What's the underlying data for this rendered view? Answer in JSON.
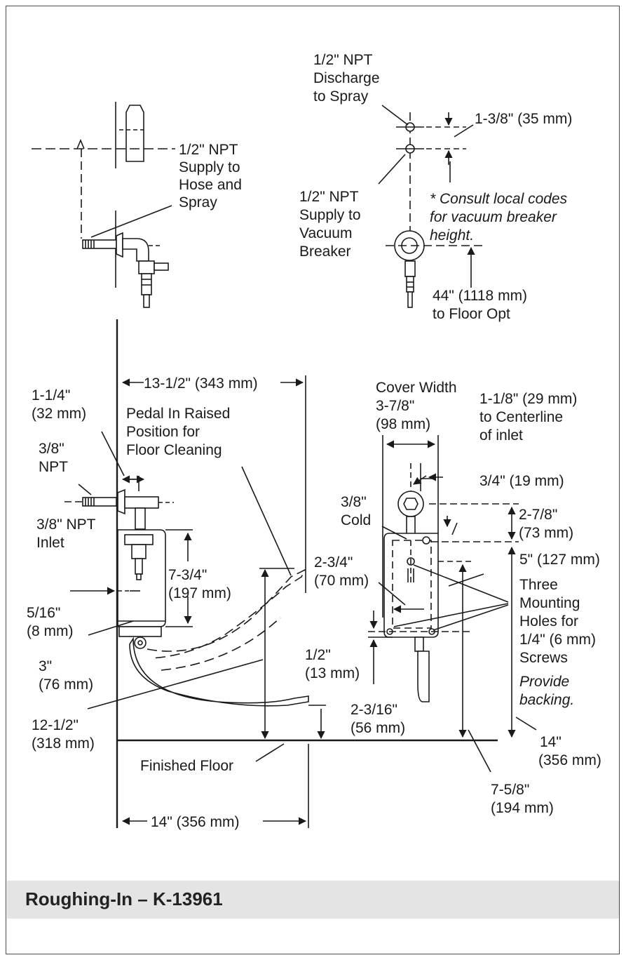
{
  "top_left": {
    "supply_hose": [
      "1/2\" NPT",
      "Supply to",
      "Hose and",
      "Spray"
    ]
  },
  "top_right": {
    "discharge": [
      "1/2\" NPT",
      "Discharge",
      "to Spray"
    ],
    "dim_spacing": "1-3/8\" (35 mm)",
    "supply_vb": [
      "1/2\" NPT",
      "Supply to",
      "Vacuum",
      "Breaker"
    ],
    "note": [
      "* Consult local codes",
      "for vacuum breaker",
      "height."
    ],
    "dim_floor": [
      "44\" (1118 mm)",
      "to Floor Opt"
    ]
  },
  "side_view": {
    "dim_13_5": "13-1/2\" (343 mm)",
    "dim_1_25": [
      "1-1/4\"",
      "(32 mm)"
    ],
    "pedal_note": [
      "Pedal In Raised",
      "Position for",
      "Floor Cleaning"
    ],
    "npt_38": [
      "3/8\"",
      "NPT"
    ],
    "inlet": [
      "3/8\" NPT",
      "Inlet"
    ],
    "dim_7_75": [
      "7-3/4\"",
      "(197 mm)"
    ],
    "dim_2_75": [
      "2-3/4\"",
      "(70 mm)"
    ],
    "dim_5_16": [
      "5/16\"",
      "(8 mm)"
    ],
    "dim_3": [
      "3\"",
      "(76 mm)"
    ],
    "dim_half": [
      "1/2\"",
      "(13 mm)"
    ],
    "dim_12_5": [
      "12-1/2\"",
      "(318 mm)"
    ],
    "finished_floor": "Finished Floor",
    "dim_14_bottom": "14\" (356 mm)"
  },
  "front_view": {
    "cover_width": [
      "Cover Width",
      "3-7/8\"",
      "(98 mm)"
    ],
    "centerline": [
      "1-1/8\" (29 mm)",
      "to Centerline",
      "of inlet"
    ],
    "dim_3_4": "3/4\" (19 mm)",
    "cold": [
      "3/8\"",
      "Cold"
    ],
    "dim_2_78": [
      "2-7/8\"",
      "(73 mm)"
    ],
    "dim_5": "5\" (127 mm)",
    "mounting": [
      "Three",
      "Mounting",
      "Holes for",
      "1/4\" (6 mm)",
      "Screws"
    ],
    "backing": [
      "Provide",
      "backing."
    ],
    "dim_2_316": [
      "2-3/16\"",
      "(56 mm)"
    ],
    "dim_14_right": [
      "14\"",
      "(356 mm)"
    ],
    "dim_7_58": [
      "7-5/8\"",
      "(194 mm)"
    ]
  },
  "footer": {
    "title": "Roughing-In – K-13961"
  }
}
